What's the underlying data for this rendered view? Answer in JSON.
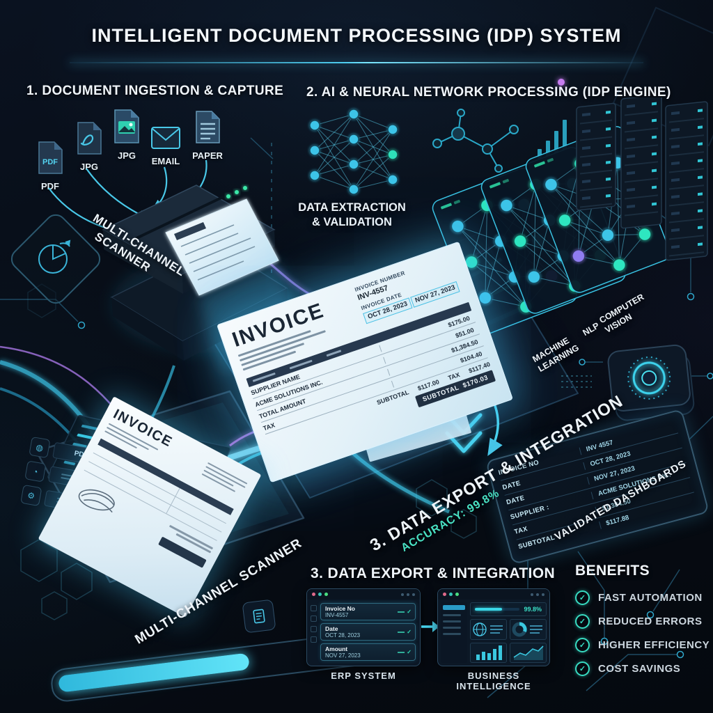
{
  "title": "INTELLIGENT DOCUMENT PROCESSING (IDP) SYSTEM",
  "section1": {
    "heading": "1. DOCUMENT INGESTION & CAPTURE",
    "files": [
      {
        "label": "PDF",
        "badge": "PDF"
      },
      {
        "label": "JPG"
      },
      {
        "label": "JPG"
      },
      {
        "label": "EMAIL"
      },
      {
        "label": "PAPER"
      }
    ],
    "scanner_line1": "MULTI-CHANNEL",
    "scanner_line2": "SCANNER",
    "side_file_label": "PDF"
  },
  "section2": {
    "heading": "2. AI & NEURAL NETWORK PROCESSING (IDP ENGINE)",
    "caption_line1": "DATA EXTRACTION",
    "caption_line2": "& VALIDATION",
    "ml1": "MACHINE",
    "ml2": "LEARNING",
    "nlp": "NLP",
    "cv1": "COMPUTER",
    "cv2": "VISION"
  },
  "invoice": {
    "title": "INVOICE",
    "number_label": "INVOICE NUMBER",
    "number": "INV-4557",
    "date_label": "INVOICE DATE",
    "date1": "OCT 28, 2023",
    "date2": "NOV 27, 2023",
    "row1_label": "SUPPLIER NAME",
    "row1_value": "$175.00",
    "row2_label": "ACME SOLUTIONS INC.",
    "row2_value": "$51.00",
    "row3_label": "TOTAL AMOUNT",
    "row3_value": "$1,384.50",
    "row4_label": "TAX",
    "row4_value": "$104.40",
    "subtotal_label": "SUBTOTAL",
    "subtotal_value": "$117.00",
    "tax_label": "TAX",
    "tax_value": "$117.40",
    "total_label": "SUBTOTAL",
    "total_value": "$170.03"
  },
  "invoice_small": {
    "title": "INVOICE",
    "scanner_label": "MULTI-CHANNEL SCANNER"
  },
  "export_diag": {
    "heading": "3. DATA EXPORT & INTEGRATION",
    "accuracy": "ACCURACY: 99.8%",
    "dashboard_label": "VALIDATED DASHBOARDS",
    "rows": [
      {
        "k": "INVOICE NO",
        "v": "INV 4557"
      },
      {
        "k": "DATE",
        "v": "OCT 28, 2023"
      },
      {
        "k": "DATE",
        "v": "NOV 27, 2023"
      },
      {
        "k": "SUPPLIER :",
        "v": "ACME SOLUTIONS INC."
      },
      {
        "k": "TAX",
        "v": "$1,384.50"
      },
      {
        "k": "SUBTOTAL",
        "v": "$117.88"
      }
    ]
  },
  "export_bottom": {
    "heading": "3. DATA EXPORT & INTEGRATION",
    "erp": {
      "label": "ERP SYSTEM",
      "f1n": "Invoice No",
      "f1v": "INV-4557",
      "f2n": "Date",
      "f2v": "OCT 28, 2023",
      "f3n": "Amount",
      "f3v": "NOV 27, 2023"
    },
    "bi": {
      "label": "BUSINESS INTELLIGENCE",
      "metric": "99.8%"
    },
    "benefits": {
      "heading": "BENEFITS",
      "items": [
        "FAST AUTOMATION",
        "REDUCED ERRORS",
        "HIGHER EFFICIENCY",
        "COST SAVINGS"
      ]
    }
  },
  "colors": {
    "accent_cyan": "#45cdee",
    "accent_teal": "#2fe3c2",
    "accent_purple": "#b07cf0",
    "paper": "#eef5f9",
    "background": "#070d16"
  }
}
